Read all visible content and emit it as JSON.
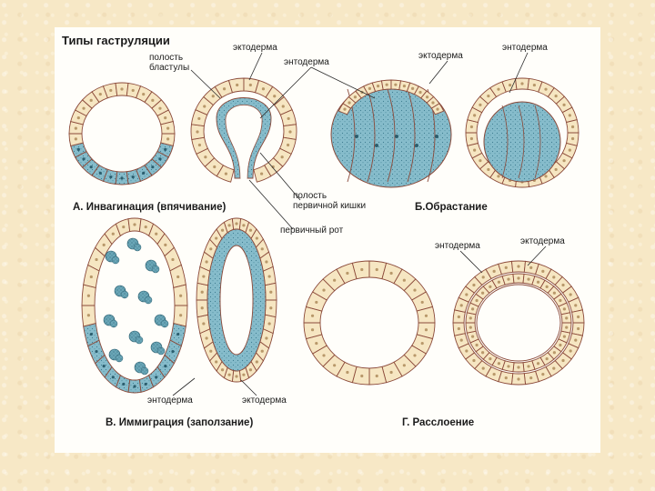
{
  "title": "Типы гаструляции",
  "captions": {
    "a": "А. Инвагинация (впячивание)",
    "b": "Б.Обрастание",
    "v": "В. Иммиграция (заползание)",
    "g": "Г. Расслоение"
  },
  "labels": {
    "blastocoel_line1": "полость",
    "blastocoel_line2": "бластулы",
    "ectoderm": "эктодерма",
    "endoderm": "энтодерма",
    "gut_cavity_line1": "полость",
    "gut_cavity_line2": "первичной кишки",
    "primary_mouth": "первичный рот"
  },
  "colors": {
    "ectoderm_fill": "#f6e6c2",
    "endoderm_fill": "#7bb5c4",
    "cell_outline": "#8b4a3a",
    "background": "#f7e8c6"
  }
}
